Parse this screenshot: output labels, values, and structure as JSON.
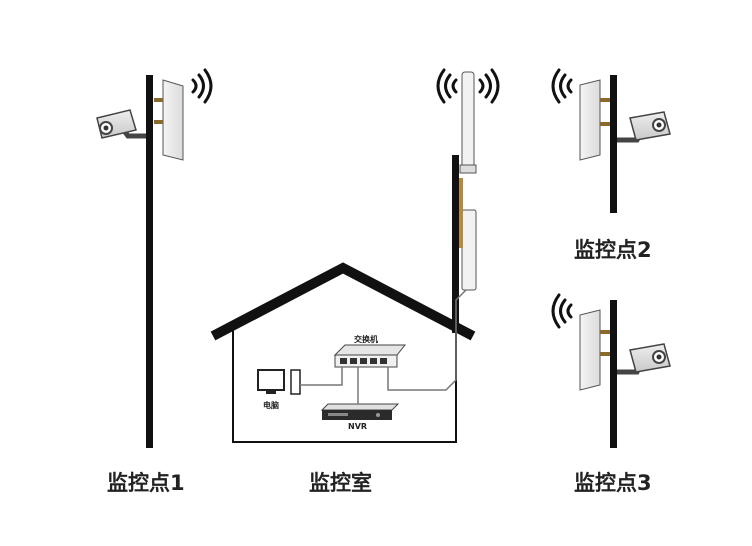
{
  "labels": {
    "site1": "监控点1",
    "site2": "监控点2",
    "site3": "监控点3",
    "control_room": "监控室",
    "switch": "交换机",
    "computer": "电脑",
    "nvr": "NVR"
  }
}
